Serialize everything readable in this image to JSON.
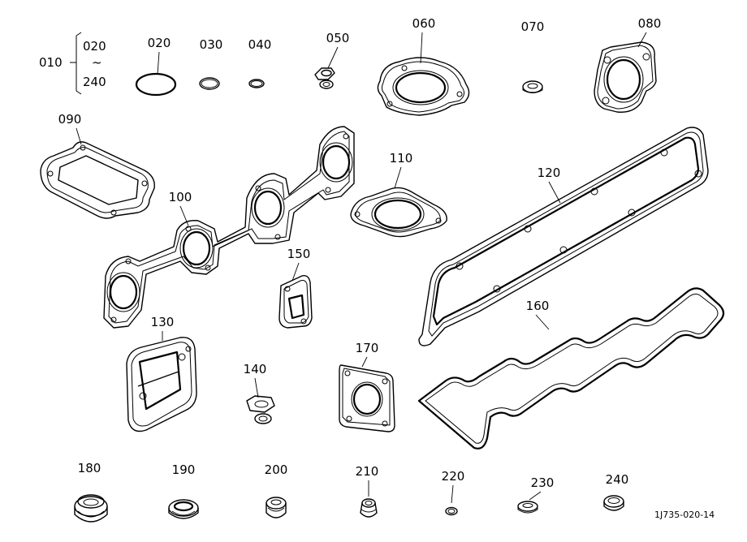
{
  "labels": {
    "p010": "010",
    "range_start": "020",
    "range_tilde": "~",
    "range_end": "240",
    "p020": "020",
    "p030": "030",
    "p040": "040",
    "p050": "050",
    "p060": "060",
    "p070": "070",
    "p080": "080",
    "p090": "090",
    "p100": "100",
    "p110": "110",
    "p120": "120",
    "p130": "130",
    "p140": "140",
    "p150": "150",
    "p160": "160",
    "p170": "170",
    "p180": "180",
    "p190": "190",
    "p200": "200",
    "p210": "210",
    "p220": "220",
    "p230": "230",
    "p240": "240"
  },
  "figure_code": "1J735-020-14",
  "colors": {
    "line": "#000000",
    "background": "#ffffff"
  }
}
